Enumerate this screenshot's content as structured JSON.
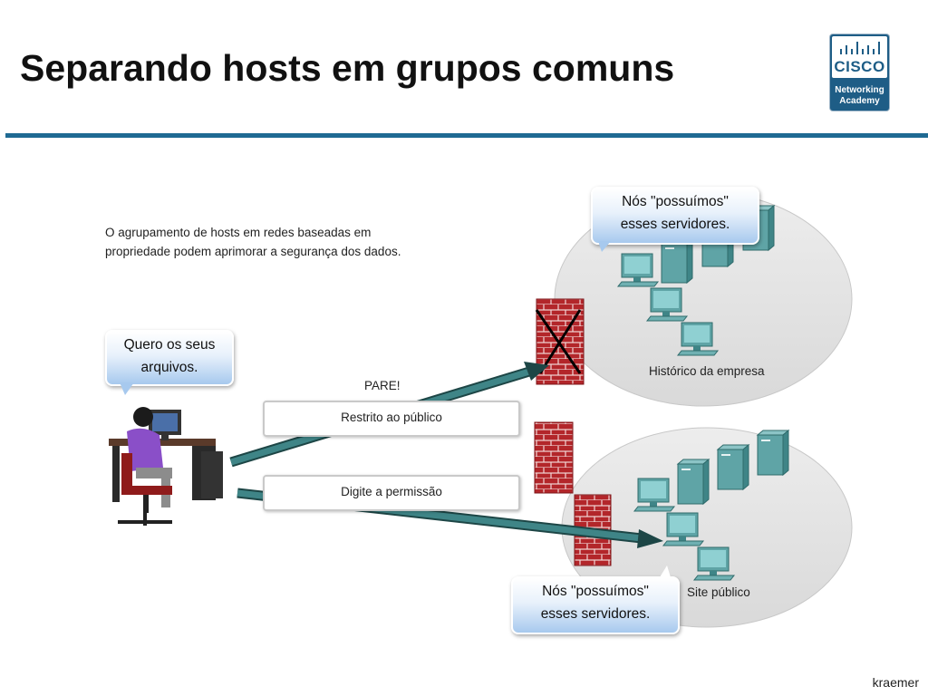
{
  "slide": {
    "title": "Separando hosts em grupos comuns",
    "footer": "kraemer"
  },
  "logo": {
    "icon": "cisco-bridge-logo",
    "wordmark": "CISCO",
    "subtitle_line1": "Networking",
    "subtitle_line2": "Academy",
    "brand_color": "#1e5d86"
  },
  "diagram": {
    "intro_line1": "O agrupamento de hosts em redes baseadas em",
    "intro_line2": "propriedade podem aprimorar a segurança dos dados.",
    "user_bubble_line1": "Quero os seus",
    "user_bubble_line2": "arquivos.",
    "top_bubble_line1": "Nós \"possuímos\"",
    "top_bubble_line2": "esses servidores.",
    "bottom_bubble_line1": "Nós \"possuímos\"",
    "bottom_bubble_line2": "esses servidores.",
    "stop_label": "PARE!",
    "restricted_label": "Restrito ao público",
    "permission_label": "Digite a permissão",
    "top_network_caption": "Histórico da empresa",
    "bottom_network_caption": "Site público",
    "colors": {
      "accent_rule": "#1f6a93",
      "arrow": "#2f6b6b",
      "firewall": "#b3262a",
      "network_cloud": "#e4e4e4",
      "server": "#5fa4a6"
    }
  }
}
